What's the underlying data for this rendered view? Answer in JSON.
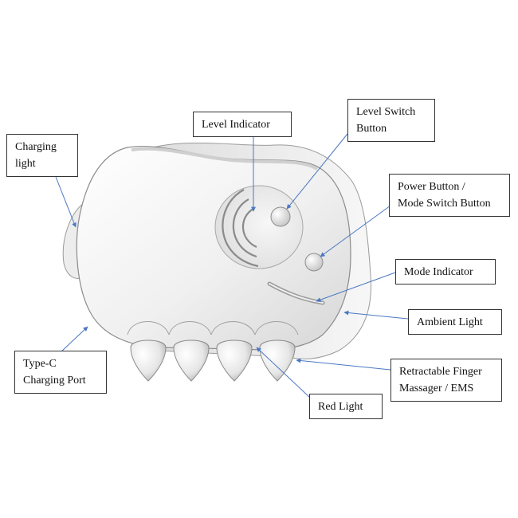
{
  "colors": {
    "leader_line": "#4a78c2",
    "box_border": "#333333",
    "device_body": "#f2f2f2",
    "device_shadow": "#c4c4c4"
  },
  "device": {
    "name": "massager-device",
    "finger_count": 4
  },
  "callouts": {
    "charging_light": {
      "line1": "Charging",
      "line2": "light"
    },
    "level_indicator": {
      "line1": "Level Indicator"
    },
    "level_switch": {
      "line1": "Level Switch",
      "line2": "Button"
    },
    "power_button": {
      "line1": "Power Button /",
      "line2": "Mode Switch Button"
    },
    "mode_indicator": {
      "line1": "Mode Indicator"
    },
    "ambient_light": {
      "line1": "Ambient Light"
    },
    "type_c": {
      "line1": "Type-C",
      "line2": "Charging Port"
    },
    "finger_massager": {
      "line1": "Retractable Finger",
      "line2": "Massager / EMS"
    },
    "red_light": {
      "line1": "Red Light"
    }
  }
}
